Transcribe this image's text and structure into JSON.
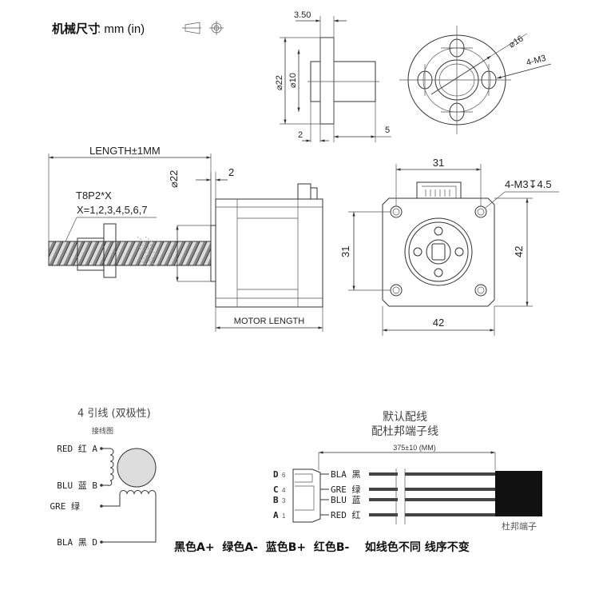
{
  "header": {
    "title": "机械尺寸",
    "units": ": mm (in)",
    "icons": [
      "projection-cone-icon",
      "crosshair-circle-icon"
    ]
  },
  "nut_drawing": {
    "dim_flange_thickness": "3.50",
    "dim_outer_dia": "⌀22",
    "dim_inner_dia": "⌀10",
    "dim_2": "2",
    "dim_5": "5",
    "dim_hole_circle": "⌀16",
    "dim_holes": "4-M3"
  },
  "motor_side": {
    "length_label": "LENGTH±1MM",
    "screw_spec": "T8P2*X",
    "screw_options": "X=1,2,3,4,5,6,7",
    "dim_boss_dia": "⌀22",
    "dim_boss_thickness": "2",
    "motor_length": "MOTOR LENGTH"
  },
  "motor_front": {
    "dim_top": "31",
    "dim_left": "31",
    "dim_right": "42",
    "dim_bottom": "42",
    "hole_spec": "4-M3↧4.5"
  },
  "wiring": {
    "title": "4 引线 (双极性)",
    "subtitle": "接线图",
    "leads": [
      {
        "label": "RED 红 A"
      },
      {
        "label": "BLU 蓝 B"
      },
      {
        "label": "GRE 绿"
      },
      {
        "label": "BLA 黑 D"
      }
    ]
  },
  "cable": {
    "title1": "默认配线",
    "title2": "配杜邦端子线",
    "length": "375±10 (MM)",
    "wires": [
      {
        "letter": "D",
        "pin": "6",
        "label": "BLA 黑"
      },
      {
        "letter": "C",
        "pin": "4",
        "label": "GRE 绿"
      },
      {
        "letter": "B",
        "pin": "3",
        "label": "BLU 蓝"
      },
      {
        "letter": "A",
        "pin": "1",
        "label": "RED 红"
      }
    ],
    "terminal_label": "杜邦端子"
  },
  "footer": {
    "mapping": "黑色A+  绿色A-  蓝色B+  红色B-    如线色不同 线序不变"
  }
}
